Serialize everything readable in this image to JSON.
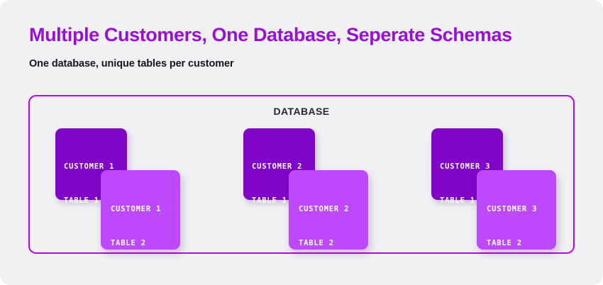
{
  "theme": {
    "background": "#f1f1f4",
    "title_color": "#9810d6",
    "subtitle_color": "#15161a",
    "container_border": "#b800f0",
    "card_primary": "#8105c7",
    "card_secondary": "#bd49fb",
    "card_text": "#ffffff",
    "database_label_color": "#27282c"
  },
  "header": {
    "title": "Multiple Customers, One Database, Seperate Schemas",
    "subtitle": "One database, unique tables per customer"
  },
  "database": {
    "label": "DATABASE",
    "groups": [
      {
        "name": "customer-1",
        "primary": {
          "line1": "CUSTOMER 1",
          "line2": "TABLE 1"
        },
        "secondary": {
          "line1": "CUSTOMER 1",
          "line2": "TABLE 2"
        }
      },
      {
        "name": "customer-2",
        "primary": {
          "line1": "CUSTOMER 2",
          "line2": "TABLE 1"
        },
        "secondary": {
          "line1": "CUSTOMER 2",
          "line2": "TABLE 2"
        }
      },
      {
        "name": "customer-3",
        "primary": {
          "line1": "CUSTOMER 3",
          "line2": "TABLE 1"
        },
        "secondary": {
          "line1": "CUSTOMER 3",
          "line2": "TABLE 2"
        }
      }
    ]
  }
}
